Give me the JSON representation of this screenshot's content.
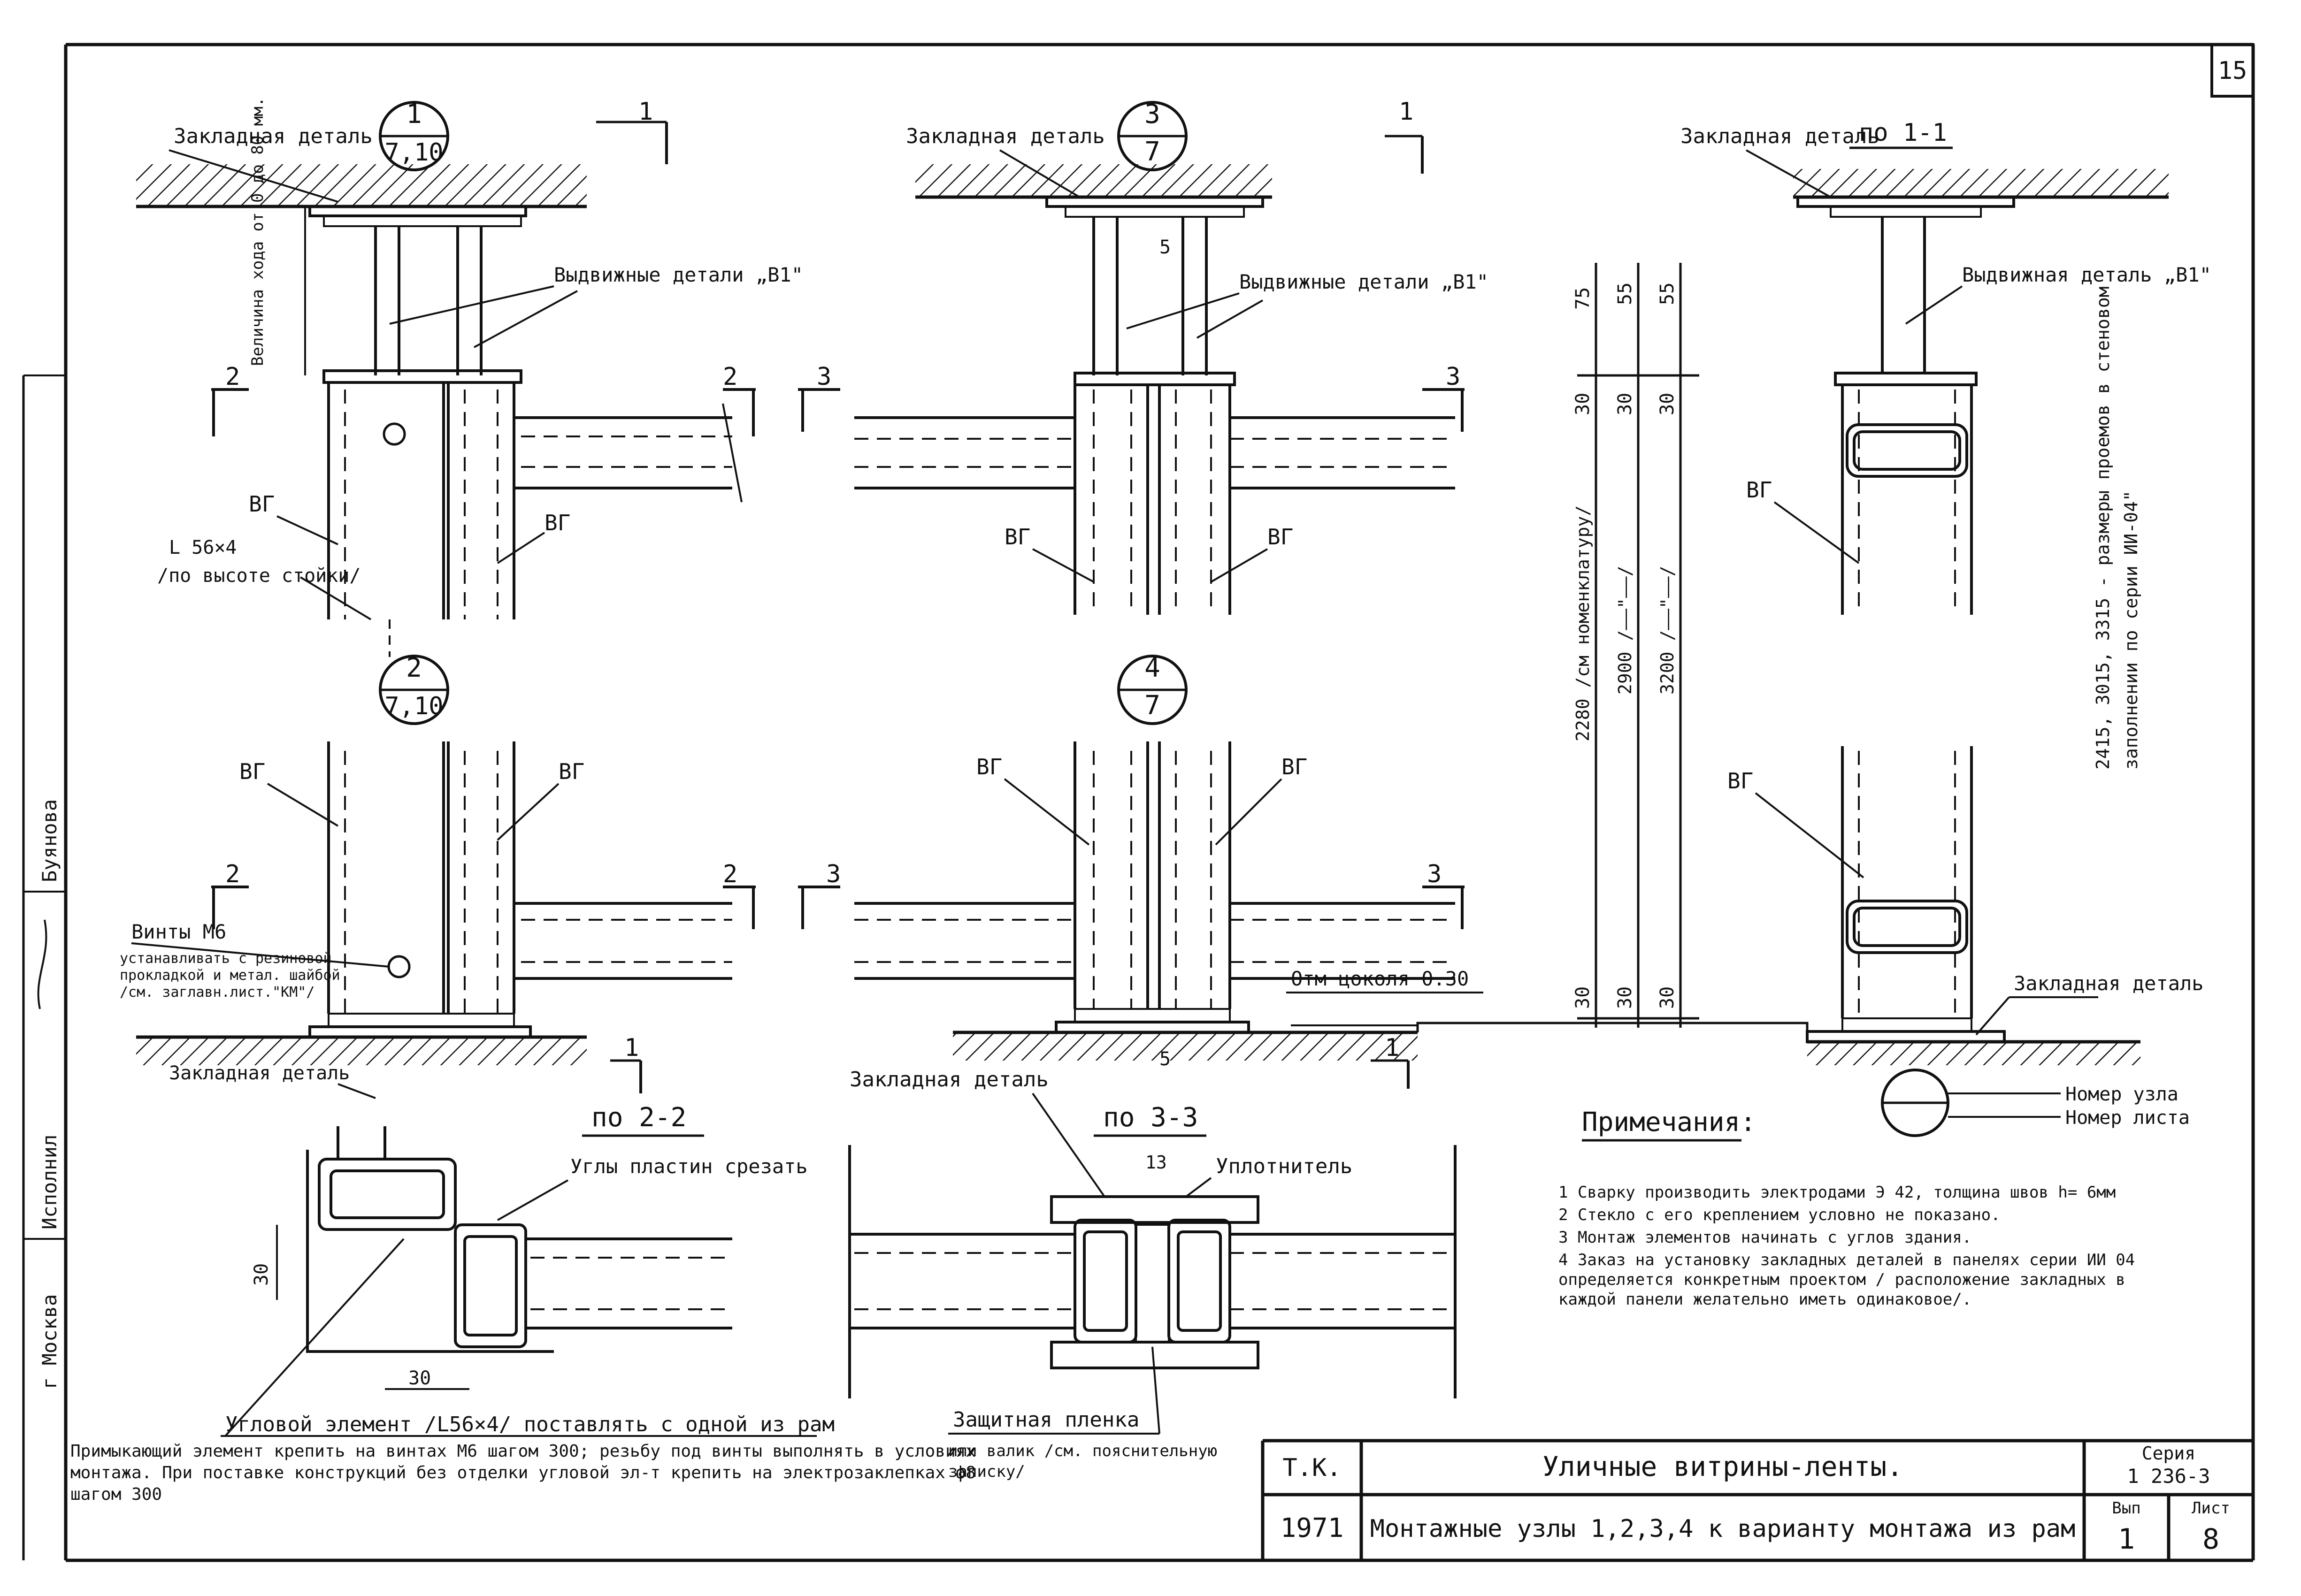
{
  "sheet": {
    "page_number": "15"
  },
  "nodes": {
    "n1": {
      "num": "1",
      "sheet": "7,10"
    },
    "n2": {
      "num": "2",
      "sheet": "7,10"
    },
    "n3": {
      "num": "3",
      "sheet": "7"
    },
    "n4": {
      "num": "4",
      "sheet": "7"
    }
  },
  "labels": {
    "embedded_part_1": "Закладная деталь",
    "embedded_part_2": "Закладная деталь",
    "embedded_part_3": "Закладная деталь",
    "embedded_part_4": "Закладная деталь",
    "embedded_part_5": "Закладная деталь",
    "embedded_part_6": "Закладная деталь",
    "stroke_value": "Величина хода от 0 до 80 мм.",
    "sliding_parts_1": "Выдвижные детали „В1\"",
    "sliding_parts_2": "Выдвижные детали „В1\"",
    "sliding_part_3": "Выдвижная деталь „В1\"",
    "vg": "ВГ",
    "angle_1": "L 56×4",
    "angle_1_note": "/по высоте стойки/",
    "screws": "Винты   М6",
    "screws_note": "устанавливать с резиновой прокладкой и метал. шайбой /см. заглавн.лист.\"КМ\"/",
    "plinth": "Отм цоколя 0.30",
    "section_1_1": "по 1-1",
    "section_2_2": "по 2-2",
    "section_3_3": "по 3-3",
    "cut_plates": "Углы пластин срезать",
    "sealant": "Уплотнитель",
    "protective_film": "Защитная пленка",
    "or_roller": "или валик /см. пояснительную записку/",
    "corner_element": "Угловой элемент /L56×4/ поставлять с одной из рам",
    "adjoining_note": "Примыкающий элемент крепить на винтах М6 шагом 300; резьбу под винты выполнять в условиях монтажа. При поставке конструкций без отделки угловой эл-т крепить на электрозаклепках ф8 шагом 300",
    "dim_75": "75",
    "dim_55": "55",
    "dim_30": "30",
    "dim_5": "5",
    "dim_13": "13",
    "h2280": "2280 /см номенклатуру/",
    "h2900": "2900 /——\"——/",
    "h3200": "3200 /——\"——/",
    "sizes_note": "2415, 3015, 3315 - размеры проемов в стеновом заполнении по серии ИИ-04\"",
    "legend_node": "Номер узла",
    "legend_sheet": "Номер листа",
    "cut_2": "2",
    "cut_3": "3",
    "cut_1": "1"
  },
  "notes": {
    "title": "Примечания:",
    "items": [
      "1  Сварку производить электродами Э 42, толщина швов h= 6мм",
      "2  Стекло с его креплением условно не показано.",
      "3  Монтаж элементов начинать с углов здания.",
      "4  Заказ на установку закладных деталей в панелях серии ИИ 04 определяется конкретным проектом / расположение закладных в каждой панели желательно иметь одинаковое/."
    ]
  },
  "title_block": {
    "org": "Т.К.",
    "year": "1971",
    "title": "Уличные витрины-ленты.",
    "subtitle": "Монтажные узлы 1,2,3,4 к варианту монтажа из рам",
    "series_label": "Серия",
    "series": "1 236-3",
    "issue_label": "Вып",
    "issue": "1",
    "sheet_label": "Лист",
    "sheet": "8"
  },
  "side_stamp": {
    "city": "г Москва",
    "executor_label": "Исполнил",
    "executor": "Буянова"
  }
}
